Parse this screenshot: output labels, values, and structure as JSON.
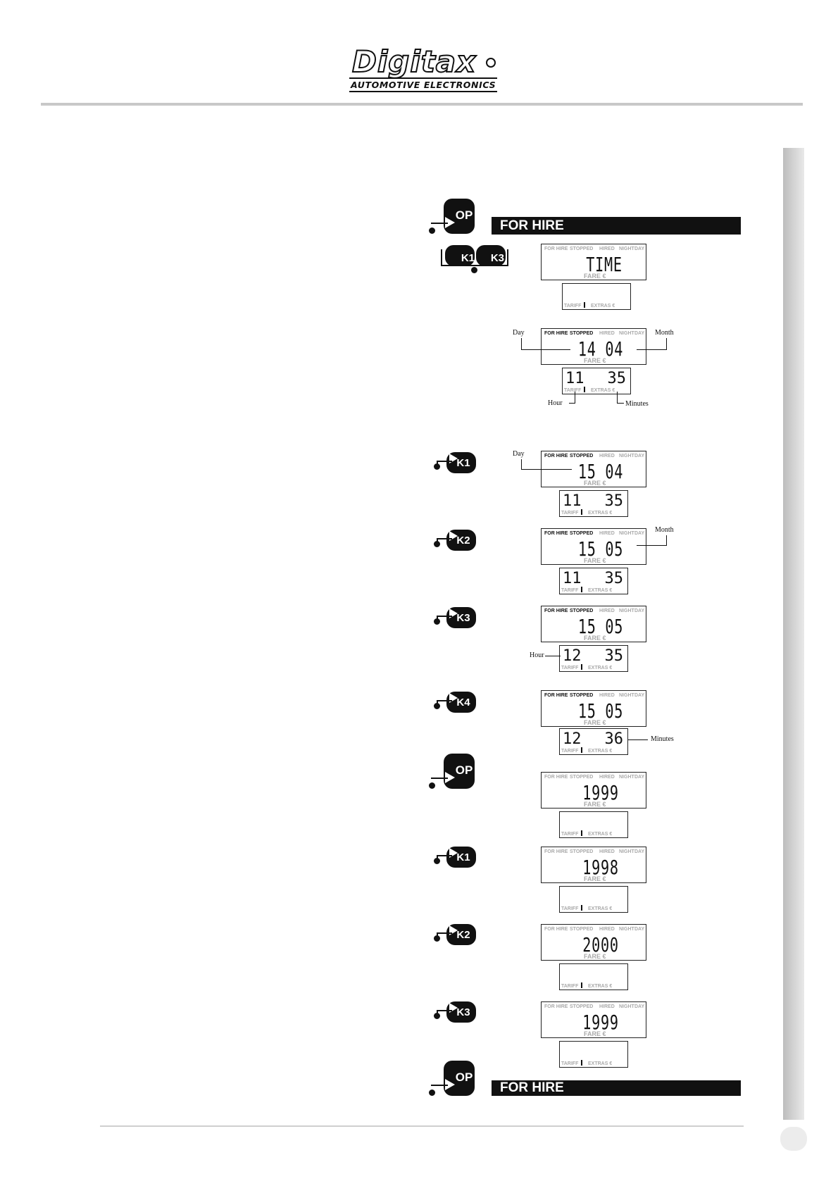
{
  "logo": {
    "word": "Digitax",
    "tagline": "AUTOMOTIVE ELECTRONICS"
  },
  "keys": {
    "op": "OP",
    "k1": "K1",
    "k2": "K2",
    "k3": "K3",
    "k4": "K4"
  },
  "banner": {
    "for_hire": "FOR HIRE"
  },
  "lcd_labels": {
    "for_hire": "FOR HIRE",
    "stopped": "STOPPED",
    "hired": "HIRED",
    "night": "NIGHT",
    "day": "DAY",
    "fare": "FARE €",
    "tariff": "TARIFF",
    "extras": "EXTRAS €"
  },
  "callouts": {
    "day": "Day",
    "month": "Month",
    "hour": "Hour",
    "minutes": "Minutes"
  },
  "steps": [
    {
      "display": "TIME",
      "hour": "",
      "minutes": ""
    },
    {
      "display": "14 04",
      "hour": "11",
      "minutes": "35"
    },
    {
      "display": "15 04",
      "hour": "11",
      "minutes": "35"
    },
    {
      "display": "15 05",
      "hour": "11",
      "minutes": "35"
    },
    {
      "display": "15 05",
      "hour": "12",
      "minutes": "35"
    },
    {
      "display": "15 05",
      "hour": "12",
      "minutes": "36"
    },
    {
      "display": "1999",
      "hour": "",
      "minutes": ""
    },
    {
      "display": "1998",
      "hour": "",
      "minutes": ""
    },
    {
      "display": "2000",
      "hour": "",
      "minutes": ""
    },
    {
      "display": "1999",
      "hour": "",
      "minutes": ""
    }
  ]
}
